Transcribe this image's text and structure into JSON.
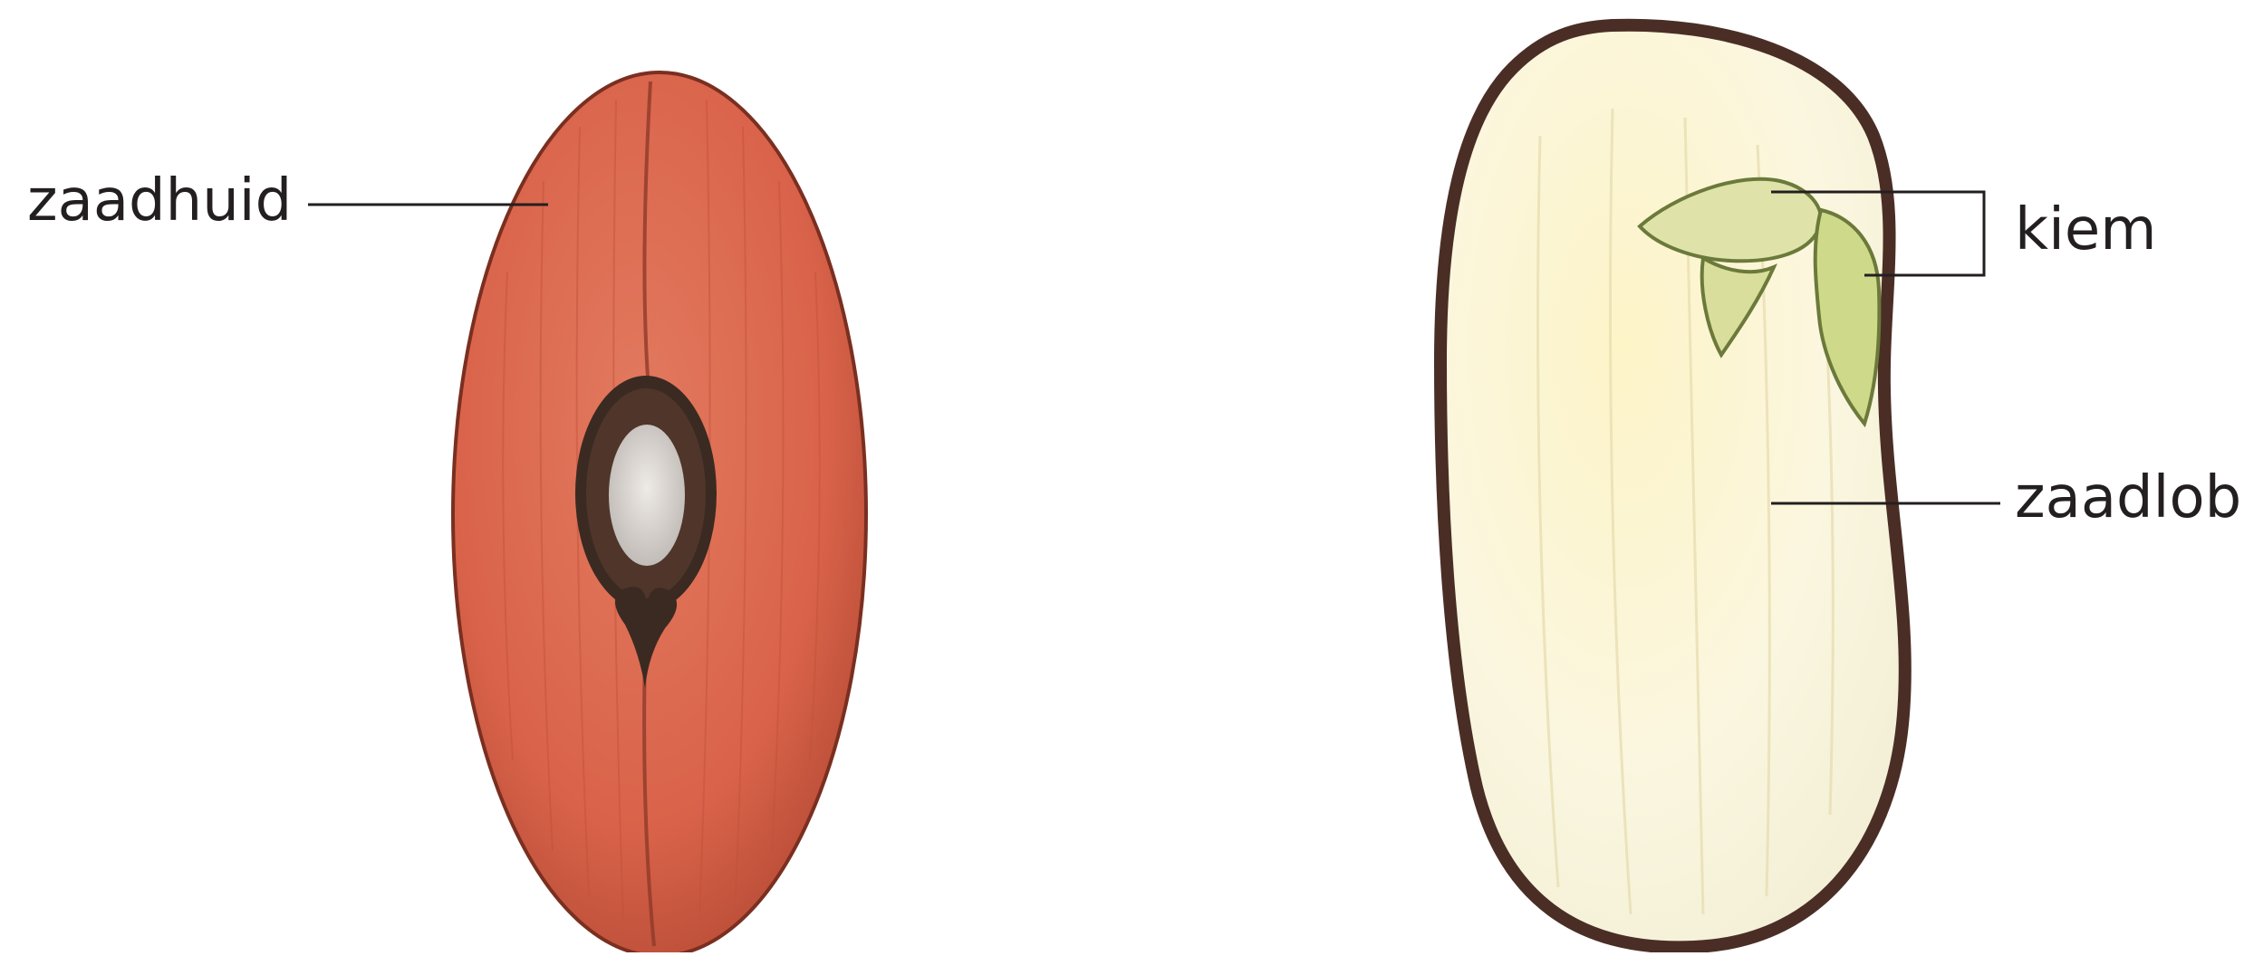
{
  "labels": {
    "zaadhuid": "zaadhuid",
    "kiem": "kiem",
    "zaadlob": "zaadlob"
  },
  "colors": {
    "seed_coat": "#d9634a",
    "seed_coat_dark": "#a8402d",
    "hilum_dark": "#3a2a22",
    "hilum_center": "#d9d6d2",
    "cotyledon": "#fbf6dc",
    "cotyledon_outline": "#4a2e26",
    "embryo": "#d6dc9a",
    "leader_line": "#231f20"
  },
  "icons": {
    "whole_seed": "bean-seed-exterior",
    "open_seed": "bean-seed-interior"
  }
}
